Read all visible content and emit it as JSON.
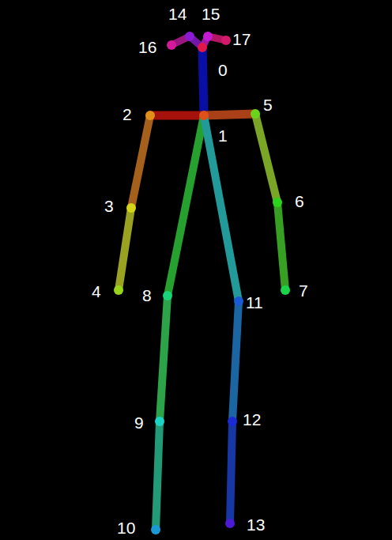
{
  "diagram": {
    "labels": [
      "14",
      "15",
      "16",
      "17",
      "0",
      "2",
      "5",
      "1",
      "3",
      "6",
      "4",
      "8",
      "11",
      "7",
      "9",
      "12",
      "10",
      "13"
    ]
  }
}
